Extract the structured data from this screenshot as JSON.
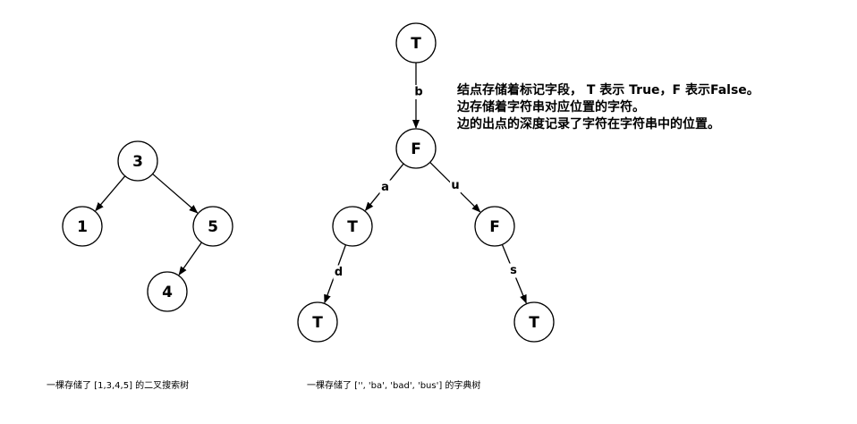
{
  "bst": {
    "nodes": [
      {
        "id": "n3",
        "label": "3"
      },
      {
        "id": "n1",
        "label": "1"
      },
      {
        "id": "n5",
        "label": "5"
      },
      {
        "id": "n4",
        "label": "4"
      }
    ],
    "edges": [
      {
        "from": "n3",
        "to": "n1",
        "label": ""
      },
      {
        "from": "n3",
        "to": "n5",
        "label": ""
      },
      {
        "from": "n5",
        "to": "n4",
        "label": ""
      }
    ],
    "caption": "一棵存储了 [1,3,4,5] 的二叉搜索树"
  },
  "trie": {
    "nodes": [
      {
        "id": "root",
        "label": "T"
      },
      {
        "id": "b",
        "label": "F"
      },
      {
        "id": "ba",
        "label": "T"
      },
      {
        "id": "bu",
        "label": "F"
      },
      {
        "id": "bad",
        "label": "T"
      },
      {
        "id": "bus",
        "label": "T"
      }
    ],
    "edges": [
      {
        "from": "root",
        "to": "b",
        "label": "b"
      },
      {
        "from": "b",
        "to": "ba",
        "label": "a"
      },
      {
        "from": "b",
        "to": "bu",
        "label": "u"
      },
      {
        "from": "ba",
        "to": "bad",
        "label": "d"
      },
      {
        "from": "bu",
        "to": "bus",
        "label": "s"
      }
    ],
    "caption": "一棵存储了 ['', 'ba', 'bad', 'bus'] 的字典树"
  },
  "description": [
    "结点存储着标记字段， T 表示 True，F 表示False。",
    "边存储着字符串对应位置的字符。",
    "边的出点的深度记录了字符在字符串中的位置。"
  ]
}
